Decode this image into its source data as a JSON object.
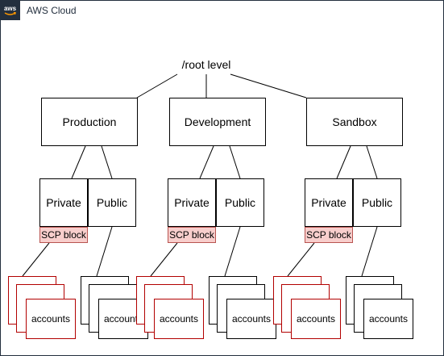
{
  "cloud": {
    "title": "AWS Cloud",
    "logo": "aws-logo-icon",
    "accent": "#232f3e"
  },
  "root": {
    "label": "/root level"
  },
  "colors": {
    "scp_fill": "#f8cecc",
    "scp_border": "#b85450",
    "blocked_border": "#b20000",
    "normal_border": "#000000"
  },
  "ous": [
    {
      "name": "Production",
      "children": [
        {
          "name": "Private",
          "scp": "SCP block",
          "accounts": "accounts"
        },
        {
          "name": "Public",
          "accounts": "accounts"
        }
      ]
    },
    {
      "name": "Development",
      "children": [
        {
          "name": "Private",
          "scp": "SCP block",
          "accounts": "accounts"
        },
        {
          "name": "Public",
          "accounts": "accounts"
        }
      ]
    },
    {
      "name": "Sandbox",
      "children": [
        {
          "name": "Private",
          "scp": "SCP block",
          "accounts": "accounts"
        },
        {
          "name": "Public",
          "accounts": "accounts"
        }
      ]
    }
  ]
}
